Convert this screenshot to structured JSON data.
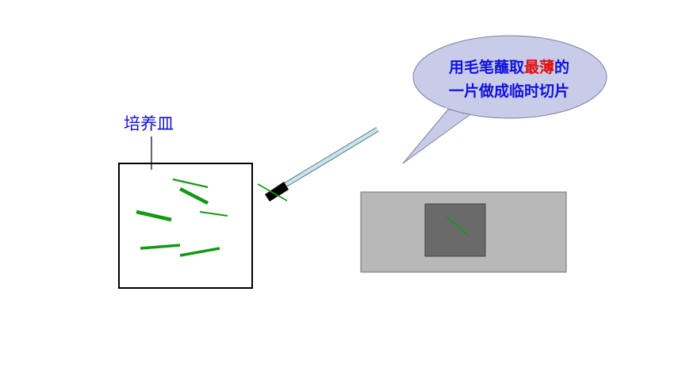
{
  "labels": {
    "dish": "培养皿"
  },
  "bubble": {
    "line1_pre": "用毛笔蘸取",
    "line1_highlight": "最薄",
    "line1_post": "的",
    "line2": "一片做成临时切片"
  },
  "colors": {
    "label_text": "#1010e0",
    "highlight_text": "#e01010",
    "bubble_fill": "#c8cce8",
    "bubble_stroke": "#8080a0",
    "slide_fill": "#b8b8b8",
    "coverslip_fill": "#6a6a6a",
    "slice_green": "#129a12",
    "brush_handle": "#c8e4ec",
    "brush_tip": "#000000"
  },
  "icons": {
    "brush": "brush-icon",
    "petri_dish": "petri-dish-icon",
    "slide": "glass-slide-icon"
  }
}
